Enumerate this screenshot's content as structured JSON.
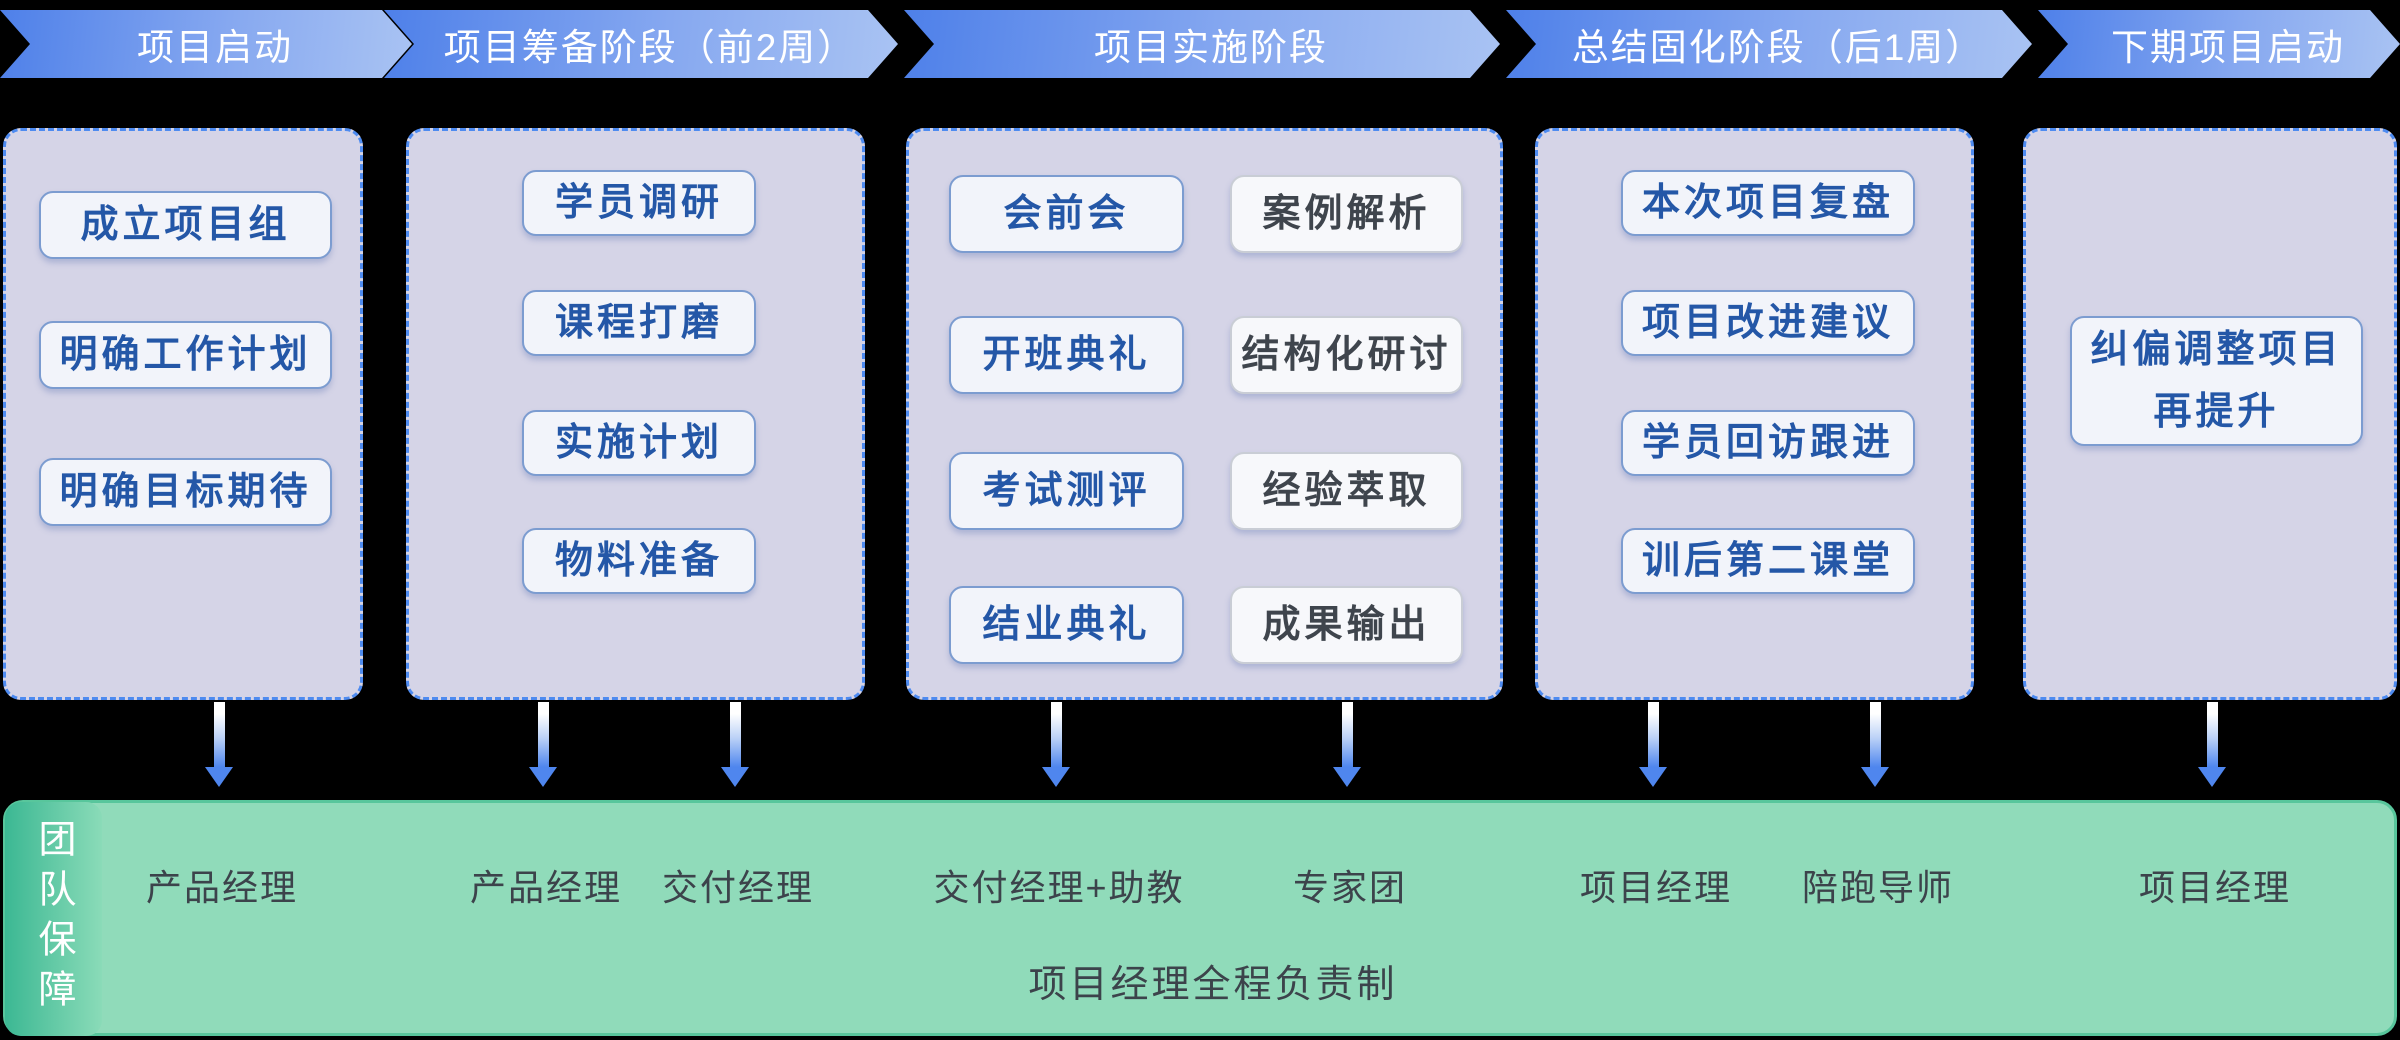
{
  "stages": [
    "项目启动",
    "项目筹备阶段（前2周）",
    "项目实施阶段",
    "总结固化阶段（后1周）",
    "下期项目启动"
  ],
  "columns": [
    {
      "items": [
        "成立项目组",
        "明确工作计划",
        "明确目标期待"
      ]
    },
    {
      "items": [
        "学员调研",
        "课程打磨",
        "实施计划",
        "物料准备"
      ]
    },
    {
      "left_items": [
        "会前会",
        "开班典礼",
        "考试测评",
        "结业典礼"
      ],
      "right_items": [
        "案例解析",
        "结构化研讨",
        "经验萃取",
        "成果输出"
      ]
    },
    {
      "items": [
        "本次项目复盘",
        "项目改进建议",
        "学员回访跟进",
        "训后第二课堂"
      ]
    },
    {
      "items": [
        "纠偏调整项目\n再提升"
      ]
    }
  ],
  "band": {
    "tab_label": "团队保障",
    "roles": [
      "产品经理",
      "产品经理",
      "交付经理",
      "交付经理+助教",
      "专家团",
      "项目经理",
      "陪跑导师",
      "项目经理"
    ],
    "footer": "项目经理全程负责制"
  },
  "colors": {
    "background": "#000000",
    "stage_gradient_start": "#4E80E9",
    "stage_gradient_end": "#A9C3F3",
    "column_fill": "#D5D4E7",
    "column_border": "#4E8BF0",
    "box_border_blue": "#7C9CD0",
    "box_text_blue": "#2457A7",
    "box_border_gray": "#C9CDD5",
    "box_text_gray": "#3F454D",
    "arrow_blue": "#4F86EE",
    "band_fill": "#90DBBA",
    "band_border": "#58C69C",
    "tab_gradient_start": "#3CB893",
    "tab_gradient_end": "#8ADBB8",
    "role_text": "#3C434B"
  }
}
